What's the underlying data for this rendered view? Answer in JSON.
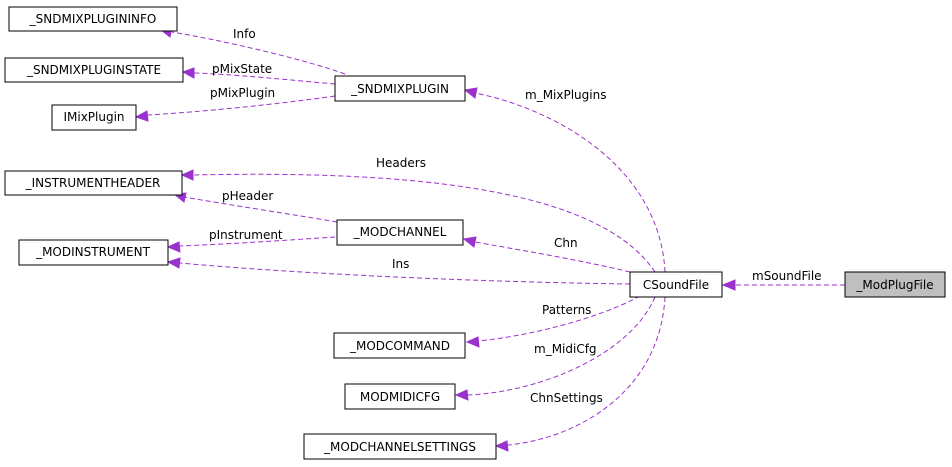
{
  "diagram": {
    "colors": {
      "edge": "#9a32cd",
      "node_border": "#000000",
      "node_fill": "#ffffff",
      "focus_fill": "#bfbfbf",
      "background": "#ffffff"
    },
    "nodes": {
      "sndmixplugininfo": "_SNDMIXPLUGININFO",
      "sndmixpluginstate": "_SNDMIXPLUGINSTATE",
      "imixplugin": "IMixPlugin",
      "sndmixplugin": "_SNDMIXPLUGIN",
      "instrumentheader": "_INSTRUMENTHEADER",
      "modchannel": "_MODCHANNEL",
      "modinstrument": "_MODINSTRUMENT",
      "csoundfile": "CSoundFile",
      "modplugfile": "_ModPlugFile",
      "modcommand": "_MODCOMMAND",
      "modmidicfg": "MODMIDICFG",
      "modchannelsettings": "_MODCHANNELSETTINGS"
    },
    "edges": {
      "info": "Info",
      "pmixstate": "pMixState",
      "pmixplugin": "pMixPlugin",
      "m_mixplugins": "m_MixPlugins",
      "headers": "Headers",
      "pheader": "pHeader",
      "pinstrument": "pInstrument",
      "chn": "Chn",
      "ins": "Ins",
      "msoundfile": "mSoundFile",
      "patterns": "Patterns",
      "m_midicfg": "m_MidiCfg",
      "chnsettings": "ChnSettings"
    }
  }
}
